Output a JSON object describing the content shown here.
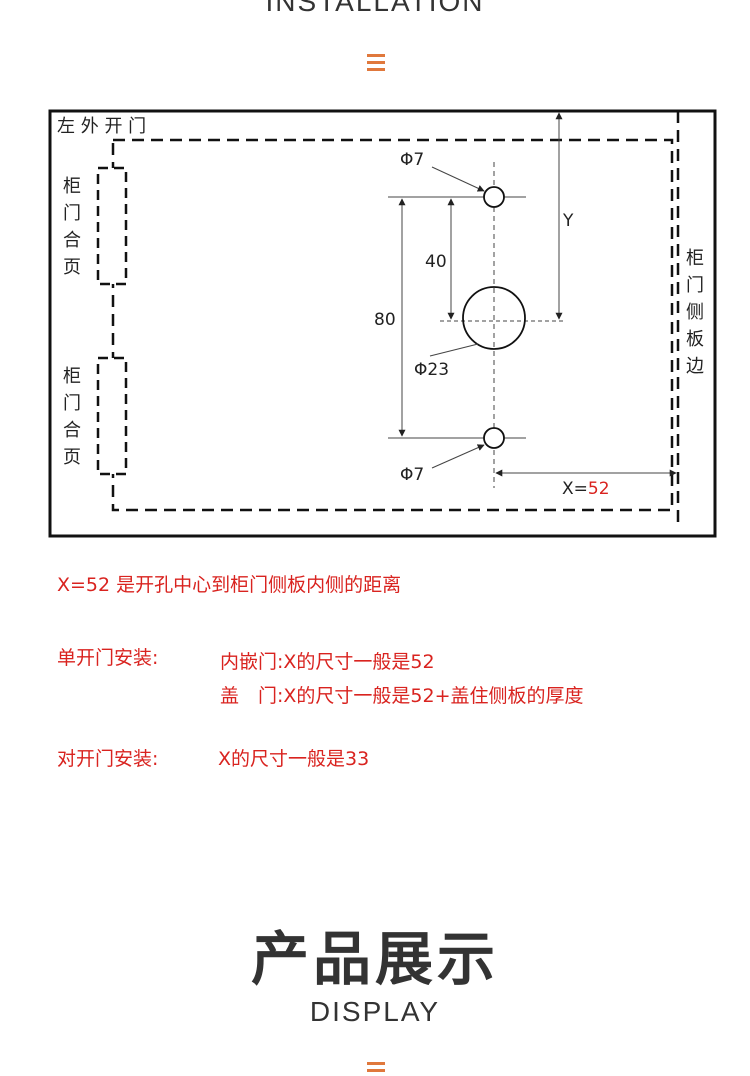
{
  "header": {
    "title_en": "INSTALLATION",
    "menu_icon": "menu-icon",
    "accent": "#e0783c"
  },
  "diagram": {
    "corner_label": "左 外 开 门",
    "hinge_label_chars": [
      "柜",
      "门",
      "合",
      "页"
    ],
    "side_label_chars": [
      "柜",
      "门",
      "侧",
      "板",
      "边"
    ],
    "hole_small_top": "Φ7",
    "hole_small_bottom": "Φ7",
    "hole_large": "Φ23",
    "dim_40": "40",
    "dim_80": "80",
    "dim_y": "Y",
    "dim_x_prefix": "X=",
    "dim_x_value": "52"
  },
  "notes": {
    "line1": "X=52 是开孔中心到柜门侧板内侧的距离",
    "single_label": "单开门安装:",
    "single_inset": "内嵌门:X的尺寸一般是52",
    "single_cover": "盖　门:X的尺寸一般是52+盖住侧板的厚度",
    "double_label": "对开门安装:",
    "double_value": "X的尺寸一般是33"
  },
  "display": {
    "title_cn": "产品展示",
    "title_en": "DISPLAY"
  }
}
